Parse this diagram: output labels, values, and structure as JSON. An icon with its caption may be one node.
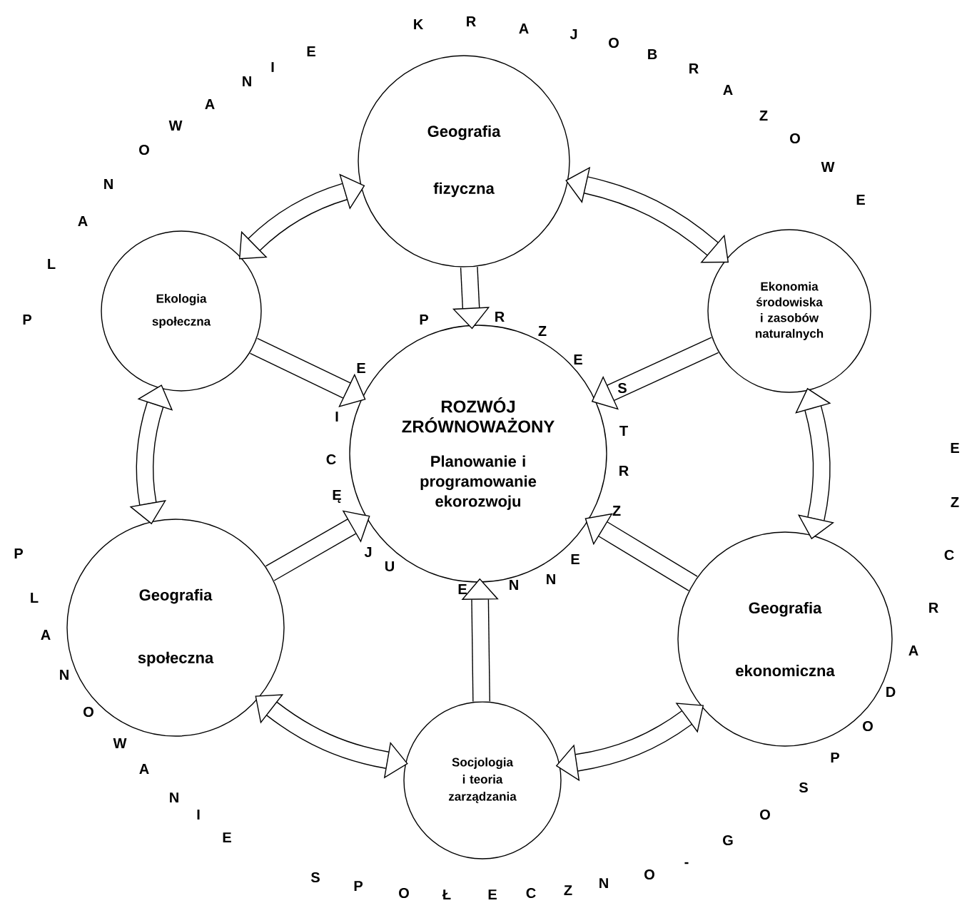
{
  "diagram": {
    "nodes": [
      {
        "text": [
          "Geografia fizyczna"
        ]
      },
      {
        "text": [
          "Ekologia społeczna"
        ]
      },
      {
        "text": [
          "Ekonomia środowiska i zasobów naturalnych"
        ]
      },
      {
        "text": [
          "ROZWÓJ ZRÓWNOWAŻONY",
          "Planowanie i programowanie ekorozwoju"
        ]
      },
      {
        "text": [
          "Geografia społeczna"
        ]
      },
      {
        "text": [
          "Geografia ekonomiczna"
        ]
      },
      {
        "text": [
          "Socjologia i teoria zarządzania"
        ]
      }
    ],
    "edges": [
      {
        "from": 0,
        "to": 2,
        "arrow": "both"
      },
      {
        "from": 2,
        "to": 5,
        "arrow": "both"
      },
      {
        "from": 5,
        "to": 6,
        "arrow": "both"
      },
      {
        "from": 6,
        "to": 4,
        "arrow": "both"
      },
      {
        "from": 4,
        "to": 1,
        "arrow": "both"
      },
      {
        "from": 1,
        "to": 0,
        "arrow": "both"
      },
      {
        "from": 0,
        "to": 3,
        "arrow": "to"
      },
      {
        "from": 1,
        "to": 3,
        "arrow": "to"
      },
      {
        "from": 2,
        "to": 3,
        "arrow": "to"
      },
      {
        "from": 4,
        "to": 3,
        "arrow": "to"
      },
      {
        "from": 5,
        "to": 3,
        "arrow": "to"
      },
      {
        "from": 6,
        "to": 3,
        "arrow": "to"
      }
    ],
    "labels": [
      "P",
      "L",
      "A",
      "N",
      "O",
      "W",
      "A",
      "N",
      "I",
      "E",
      "K",
      "R",
      "A",
      "J",
      "O",
      "B",
      "R",
      "A",
      "Z",
      "O",
      "W",
      "E",
      "P",
      "R",
      "Z",
      "E",
      "S",
      "T",
      "R",
      "Z",
      "E",
      "N",
      "N",
      "E",
      "U",
      "J",
      "Ę",
      "C",
      "I",
      "E",
      "P",
      "L",
      "A",
      "N",
      "O",
      "W",
      "A",
      "N",
      "I",
      "E",
      "S",
      "P",
      "O",
      "Ł",
      "E",
      "C",
      "Z",
      "N",
      "O",
      "-",
      "G",
      "O",
      "S",
      "P",
      "O",
      "D",
      "A",
      "R",
      "C",
      "Z",
      "E"
    ]
  }
}
